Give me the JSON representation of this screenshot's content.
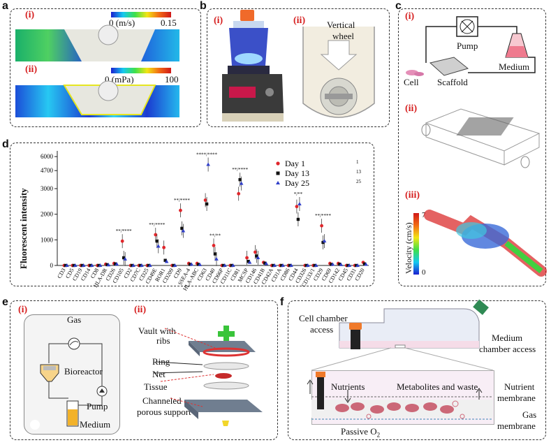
{
  "panels": {
    "a": {
      "label": "a",
      "i": "(i)",
      "ii": "(ii)",
      "cbar1_min": "0 (m/s)",
      "cbar1_max": "0.15",
      "cbar2_min": "0 (mPa)",
      "cbar2_max": "100"
    },
    "b": {
      "label": "b",
      "i": "(i)",
      "ii": "(ii)",
      "wheel": "Vertical\nwheel",
      "wheel_l1": "Vertical",
      "wheel_l2": "wheel"
    },
    "c": {
      "label": "c",
      "i": "(i)",
      "ii": "(ii)",
      "iii": "(iii)",
      "pump": "Pump",
      "medium": "Medium",
      "cell": "Cell",
      "scaffold": "Scaffold",
      "velocity": "Velocity (cm/s)",
      "vmin": "0",
      "vmax": "7"
    },
    "d": {
      "label": "d"
    },
    "e": {
      "label": "e",
      "i": "(i)",
      "ii": "(ii)",
      "gas": "Gas",
      "bioreactor": "Bioreactor",
      "pump": "Pump",
      "medium": "Medium",
      "vault_l1": "Vault with",
      "vault_l2": "ribs",
      "ring": "Ring",
      "net": "Net",
      "tissue": "Tissue",
      "chan_l1": "Channeled",
      "chan_l2": "porous support"
    },
    "f": {
      "label": "f",
      "cell_l1": "Cell chamber",
      "cell_l2": "access",
      "med_l1": "Medium",
      "med_l2": "chamber access",
      "nutrients": "Nutrients",
      "metabolites": "Metabolites and waste",
      "nut_l1": "Nutrient",
      "nut_l2": "membrane",
      "gas_l1": "Gas",
      "gas_l2": "membrane",
      "passive": "Passive O",
      "o2_sub": "2"
    }
  },
  "chart_data": {
    "type": "scatter",
    "ylabel": "Fluorescent intensity",
    "yticks": [
      "0",
      "1000",
      "2000",
      "3000",
      "4700",
      "6000"
    ],
    "legend": [
      {
        "name": "Day 1",
        "color": "#e0262b",
        "marker": "circle"
      },
      {
        "name": "Day 13",
        "color": "#111111",
        "marker": "square"
      },
      {
        "name": "Day 25",
        "color": "#2f3ec9",
        "marker": "triangle"
      }
    ],
    "legend_extra": [
      "1",
      "13",
      "25"
    ],
    "categories": [
      "CD3",
      "CD5",
      "CD19",
      "CD14",
      "CD8",
      "HLA-DR",
      "CD26",
      "CD105",
      "CD2",
      "CD7C",
      "CD25",
      "CD49E",
      "ROR1",
      "CD209",
      "CD9",
      "SSEA-4",
      "HLA-ABC",
      "CD63",
      "CD40",
      "CD66P",
      "CD11C",
      "CD81",
      "MCSP",
      "CD146",
      "CD41B",
      "CD42A",
      "CD1A",
      "CD86",
      "CD44",
      "CD326",
      "CD133/1",
      "CD29",
      "CD69",
      "CD142",
      "CD45",
      "CD31",
      "CD20"
    ],
    "series": [
      {
        "name": "Day 1",
        "values": [
          0,
          0,
          0,
          0,
          0,
          50,
          80,
          950,
          0,
          0,
          0,
          1200,
          700,
          0,
          2150,
          80,
          80,
          2550,
          780,
          0,
          0,
          2800,
          300,
          520,
          120,
          0,
          0,
          0,
          2300,
          0,
          0,
          1550,
          80,
          80,
          0,
          0,
          120
        ]
      },
      {
        "name": "Day 13",
        "values": [
          0,
          0,
          0,
          0,
          0,
          30,
          60,
          300,
          0,
          0,
          0,
          950,
          200,
          0,
          1450,
          40,
          40,
          2400,
          450,
          0,
          0,
          3350,
          160,
          370,
          90,
          0,
          0,
          0,
          1800,
          0,
          0,
          900,
          40,
          50,
          0,
          0,
          60
        ]
      },
      {
        "name": "Day 25",
        "values": [
          0,
          0,
          0,
          0,
          0,
          20,
          50,
          250,
          0,
          0,
          0,
          750,
          150,
          0,
          1350,
          40,
          30,
          4750,
          250,
          0,
          0,
          3200,
          120,
          300,
          70,
          0,
          0,
          0,
          2400,
          0,
          0,
          950,
          40,
          30,
          0,
          0,
          40
        ]
      }
    ],
    "annotations": [
      "**/****",
      "**/****",
      "**/****",
      "****/****",
      "**/**",
      "**/****",
      "*/**",
      "**/****"
    ]
  }
}
